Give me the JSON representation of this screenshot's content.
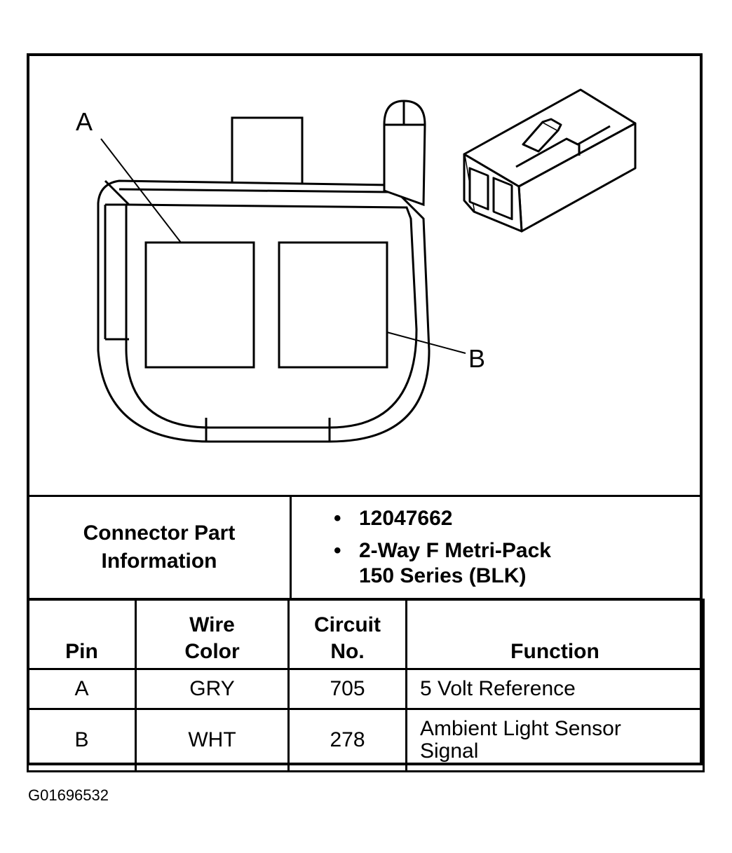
{
  "diagram": {
    "callouts": [
      "A",
      "B"
    ]
  },
  "part_info": {
    "label_lines": [
      "Connector Part",
      "Information"
    ],
    "bullet": "•",
    "part_number": "12047662",
    "description_lines": [
      "2-Way F Metri-Pack",
      "150 Series (BLK)"
    ]
  },
  "pin_table": {
    "headers": {
      "pin": "Pin",
      "wire_color": [
        "Wire",
        "Color"
      ],
      "circuit": [
        "Circuit",
        "No."
      ],
      "function": "Function"
    },
    "rows": [
      {
        "pin": "A",
        "wire_color": "GRY",
        "circuit": "705",
        "function": [
          "5 Volt Reference"
        ]
      },
      {
        "pin": "B",
        "wire_color": "WHT",
        "circuit": "278",
        "function": [
          "Ambient Light Sensor",
          "Signal"
        ]
      }
    ]
  },
  "figure_id": "G01696532"
}
